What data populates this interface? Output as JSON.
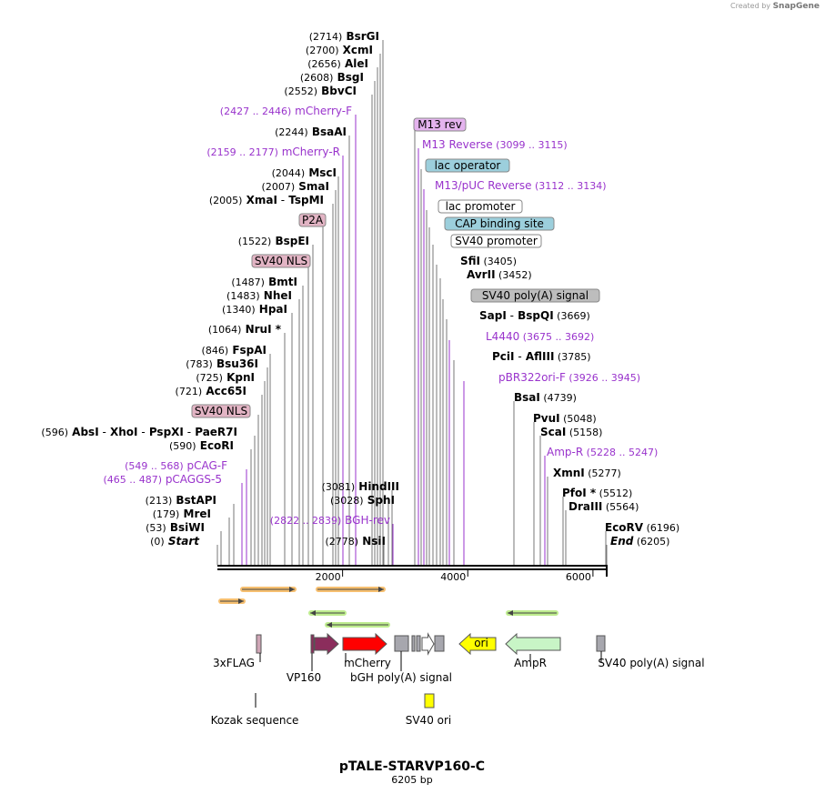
{
  "credit": {
    "prefix": "Created by",
    "brand": "SnapGene"
  },
  "title": "pTALE-STARVP160-C",
  "subtitle": "6205 bp",
  "ruler": {
    "ticks": [
      {
        "bp": 2000,
        "label": "2000"
      },
      {
        "bp": 4000,
        "label": "4000"
      },
      {
        "bp": 6000,
        "label": "6000"
      }
    ]
  },
  "sites": [
    {
      "parts": [
        {
          "t": "(2714)",
          "k": "n"
        },
        {
          "t": "BsrGI",
          "k": "e"
        }
      ]
    },
    {
      "parts": [
        {
          "t": "(2700)",
          "k": "n"
        },
        {
          "t": "XcmI",
          "k": "e"
        }
      ]
    },
    {
      "parts": [
        {
          "t": "(2656)",
          "k": "n"
        },
        {
          "t": "AleI",
          "k": "e"
        }
      ]
    },
    {
      "parts": [
        {
          "t": "(2608)",
          "k": "n"
        },
        {
          "t": "BsgI",
          "k": "e"
        }
      ]
    },
    {
      "parts": [
        {
          "t": "(2552)",
          "k": "n"
        },
        {
          "t": "BbvCI",
          "k": "e"
        }
      ]
    },
    {
      "parts": [
        {
          "t": "(2427 .. 2446)",
          "k": "pr"
        },
        {
          "t": "mCherry-F",
          "k": "p"
        }
      ]
    },
    {
      "parts": [
        {
          "t": "(2244)",
          "k": "n"
        },
        {
          "t": "BsaAI",
          "k": "e"
        }
      ]
    },
    {
      "parts": [
        {
          "t": "(2159 .. 2177)",
          "k": "pr"
        },
        {
          "t": "mCherry-R",
          "k": "p"
        }
      ]
    },
    {
      "parts": [
        {
          "t": "(2044)",
          "k": "n"
        },
        {
          "t": "MscI",
          "k": "e"
        }
      ]
    },
    {
      "parts": [
        {
          "t": "(2007)",
          "k": "n"
        },
        {
          "t": "SmaI",
          "k": "e"
        }
      ]
    },
    {
      "parts": [
        {
          "t": "(2005)",
          "k": "n"
        },
        {
          "t": "XmaI",
          "k": "e"
        },
        {
          "t": "-",
          "k": "d"
        },
        {
          "t": "TspMI",
          "k": "e"
        }
      ]
    },
    {
      "parts": [
        {
          "t": "P2A",
          "k": "box",
          "fill": "#e2b4c4"
        }
      ]
    },
    {
      "parts": [
        {
          "t": "(1522)",
          "k": "n"
        },
        {
          "t": "BspEI",
          "k": "e"
        }
      ]
    },
    {
      "parts": [
        {
          "t": "SV40 NLS",
          "k": "box",
          "fill": "#e2b4c4"
        }
      ]
    },
    {
      "parts": [
        {
          "t": "(1487)",
          "k": "n"
        },
        {
          "t": "BmtI",
          "k": "e"
        }
      ]
    },
    {
      "parts": [
        {
          "t": "(1483)",
          "k": "n"
        },
        {
          "t": "NheI",
          "k": "e"
        }
      ]
    },
    {
      "parts": [
        {
          "t": "(1340)",
          "k": "n"
        },
        {
          "t": "HpaI",
          "k": "e"
        }
      ]
    },
    {
      "parts": [
        {
          "t": "(1064)",
          "k": "n"
        },
        {
          "t": "NruI *",
          "k": "e"
        }
      ]
    },
    {
      "parts": [
        {
          "t": "(846)",
          "k": "n"
        },
        {
          "t": "FspAI",
          "k": "e"
        }
      ]
    },
    {
      "parts": [
        {
          "t": "(783)",
          "k": "n"
        },
        {
          "t": "Bsu36I",
          "k": "e"
        }
      ]
    },
    {
      "parts": [
        {
          "t": "(725)",
          "k": "n"
        },
        {
          "t": "KpnI",
          "k": "e"
        }
      ]
    },
    {
      "parts": [
        {
          "t": "(721)",
          "k": "n"
        },
        {
          "t": "Acc65I",
          "k": "e"
        }
      ]
    },
    {
      "parts": [
        {
          "t": "SV40 NLS",
          "k": "box",
          "fill": "#e2b4c4"
        }
      ]
    },
    {
      "parts": [
        {
          "t": "(596)",
          "k": "n"
        },
        {
          "t": "AbsI",
          "k": "e"
        },
        {
          "t": "-",
          "k": "d"
        },
        {
          "t": "XhoI",
          "k": "e"
        },
        {
          "t": "-",
          "k": "d"
        },
        {
          "t": "PspXI",
          "k": "e"
        },
        {
          "t": "-",
          "k": "d"
        },
        {
          "t": "PaeR7I",
          "k": "e"
        }
      ]
    },
    {
      "parts": [
        {
          "t": "(590)",
          "k": "n"
        },
        {
          "t": "EcoRI",
          "k": "e"
        }
      ]
    },
    {
      "parts": [
        {
          "t": "(549 .. 568)",
          "k": "pr"
        },
        {
          "t": "pCAG-F",
          "k": "p"
        }
      ]
    },
    {
      "parts": [
        {
          "t": "(465 .. 487)",
          "k": "pr"
        },
        {
          "t": "pCAGGS-5",
          "k": "p"
        }
      ]
    },
    {
      "parts": [
        {
          "t": "(3081)",
          "k": "n"
        },
        {
          "t": "HindIII",
          "k": "e"
        }
      ]
    },
    {
      "parts": [
        {
          "t": "(213)",
          "k": "n"
        },
        {
          "t": "BstAPI",
          "k": "e"
        }
      ]
    },
    {
      "parts": [
        {
          "t": "(3028)",
          "k": "n"
        },
        {
          "t": "SphI",
          "k": "e"
        }
      ]
    },
    {
      "parts": [
        {
          "t": "(179)",
          "k": "n"
        },
        {
          "t": "MreI",
          "k": "e"
        }
      ]
    },
    {
      "parts": [
        {
          "t": "(2822 .. 2839)",
          "k": "pr"
        },
        {
          "t": "BGH-rev",
          "k": "p"
        }
      ]
    },
    {
      "parts": [
        {
          "t": "(53)",
          "k": "n"
        },
        {
          "t": "BsiWI",
          "k": "e"
        }
      ]
    },
    {
      "parts": [
        {
          "t": "(0)",
          "k": "n"
        },
        {
          "t": "Start",
          "k": "ei"
        }
      ]
    },
    {
      "parts": [
        {
          "t": "(2778)",
          "k": "n"
        },
        {
          "t": "NsiI",
          "k": "e"
        }
      ]
    },
    {
      "parts": [
        {
          "t": "M13 rev",
          "k": "box",
          "fill": "#e4b3ee"
        }
      ]
    },
    {
      "parts": [
        {
          "t": "M13 Reverse",
          "k": "p"
        },
        {
          "t": "(3099 .. 3115)",
          "k": "pr"
        }
      ]
    },
    {
      "parts": [
        {
          "t": "lac operator",
          "k": "box",
          "fill": "#9ccfdc"
        }
      ]
    },
    {
      "parts": [
        {
          "t": "M13/pUC Reverse",
          "k": "p"
        },
        {
          "t": "(3112 .. 3134)",
          "k": "pr"
        }
      ]
    },
    {
      "parts": [
        {
          "t": "lac promoter",
          "k": "box",
          "fill": "#ffffff"
        }
      ]
    },
    {
      "parts": [
        {
          "t": "CAP binding site",
          "k": "box",
          "fill": "#9ccfdc"
        }
      ]
    },
    {
      "parts": [
        {
          "t": "SV40 promoter",
          "k": "box",
          "fill": "#ffffff"
        }
      ]
    },
    {
      "parts": [
        {
          "t": "SfiI",
          "k": "e"
        },
        {
          "t": "(3405)",
          "k": "n"
        }
      ]
    },
    {
      "parts": [
        {
          "t": "AvrII",
          "k": "e"
        },
        {
          "t": "(3452)",
          "k": "n"
        }
      ]
    },
    {
      "parts": [
        {
          "t": "SV40 poly(A) signal",
          "k": "box",
          "fill": "#bdbdbd"
        }
      ]
    },
    {
      "parts": [
        {
          "t": "SapI",
          "k": "e"
        },
        {
          "t": "-",
          "k": "d"
        },
        {
          "t": "BspQI",
          "k": "e"
        },
        {
          "t": "(3669)",
          "k": "n"
        }
      ]
    },
    {
      "parts": [
        {
          "t": "L4440",
          "k": "p"
        },
        {
          "t": "(3675 .. 3692)",
          "k": "pr"
        }
      ]
    },
    {
      "parts": [
        {
          "t": "PciI",
          "k": "e"
        },
        {
          "t": "-",
          "k": "d"
        },
        {
          "t": "AflIII",
          "k": "e"
        },
        {
          "t": "(3785)",
          "k": "n"
        }
      ]
    },
    {
      "parts": [
        {
          "t": "pBR322ori-F",
          "k": "p"
        },
        {
          "t": "(3926 .. 3945)",
          "k": "pr"
        }
      ]
    },
    {
      "parts": [
        {
          "t": "BsaI",
          "k": "e"
        },
        {
          "t": "(4739)",
          "k": "n"
        }
      ]
    },
    {
      "parts": [
        {
          "t": "PvuI",
          "k": "e"
        },
        {
          "t": "(5048)",
          "k": "n"
        }
      ]
    },
    {
      "parts": [
        {
          "t": "ScaI",
          "k": "e"
        },
        {
          "t": "(5158)",
          "k": "n"
        }
      ]
    },
    {
      "parts": [
        {
          "t": "Amp-R",
          "k": "p"
        },
        {
          "t": "(5228 .. 5247)",
          "k": "pr"
        }
      ]
    },
    {
      "parts": [
        {
          "t": "XmnI",
          "k": "e"
        },
        {
          "t": "(5277)",
          "k": "n"
        }
      ]
    },
    {
      "parts": [
        {
          "t": "PfoI *",
          "k": "e"
        },
        {
          "t": "(5512)",
          "k": "n"
        }
      ]
    },
    {
      "parts": [
        {
          "t": "DraIII",
          "k": "e"
        },
        {
          "t": "(5564)",
          "k": "n"
        }
      ]
    },
    {
      "parts": [
        {
          "t": "EcoRV",
          "k": "e"
        },
        {
          "t": "(6196)",
          "k": "n"
        }
      ]
    },
    {
      "parts": [
        {
          "t": "End",
          "k": "ei"
        },
        {
          "t": "(6205)",
          "k": "n"
        }
      ]
    }
  ],
  "features": [
    {
      "label": "3xFLAG",
      "fill": "#cfa6b6"
    },
    {
      "label": "VP160",
      "fill": "#8b2d5c"
    },
    {
      "label": "mCherry",
      "fill": "#ff0000"
    },
    {
      "label": "bGH poly(A) signal",
      "fill": "#a7a7ae"
    },
    {
      "label": "ori",
      "fill": "#ffff00"
    },
    {
      "label": "AmpR",
      "fill": "#c8f5c6"
    },
    {
      "label": "SV40 poly(A) signal",
      "fill": "#a7a7ae"
    },
    {
      "label": "Kozak sequence",
      "fill": "#ffffff"
    },
    {
      "label": "SV40 ori",
      "fill": "#ffff00"
    },
    {
      "label": "",
      "fill": "#8b2d5c"
    },
    {
      "label": "",
      "fill": "#ffffff"
    },
    {
      "label": "",
      "fill": "#a7a7ae"
    },
    {
      "label": "",
      "fill": "#a7a7ae"
    },
    {
      "label": "",
      "fill": "#a7a7ae"
    }
  ],
  "colors": {
    "enzyme": "#000000",
    "number": "#000000",
    "primer": "#9933cc",
    "orf": "#f5b860",
    "orf_rev": "#b7ea82"
  }
}
